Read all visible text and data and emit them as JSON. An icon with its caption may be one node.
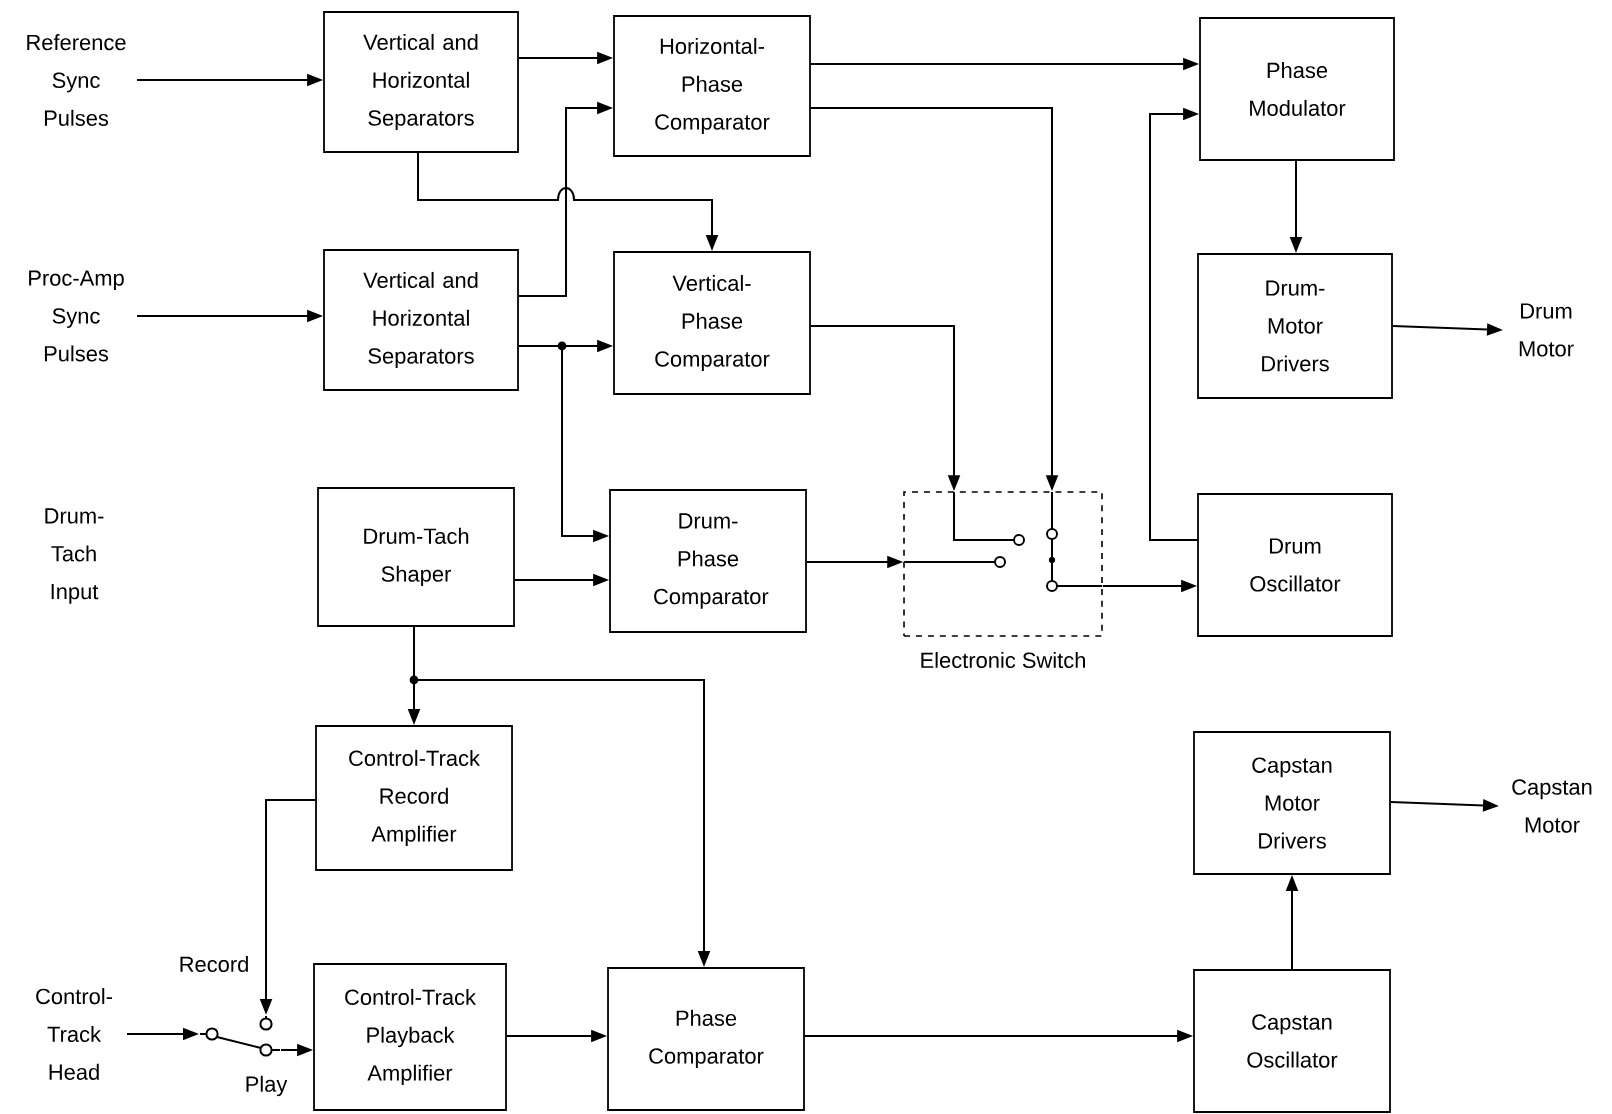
{
  "diagram": {
    "nodes": [
      {
        "text": [
          "Reference Sync Pulses"
        ]
      },
      {
        "text": [
          "Vertical and Horizontal Separators"
        ]
      },
      {
        "text": [
          "Horizontal- Phase Comparator"
        ]
      },
      {
        "text": [
          "Phase Modulator"
        ]
      },
      {
        "text": [
          "Proc-Amp Sync Pulses"
        ]
      },
      {
        "text": [
          "Vertical and Horizontal Separators"
        ]
      },
      {
        "text": [
          "Vertical- Phase Comparator"
        ]
      },
      {
        "text": [
          "Drum- Motor Drivers"
        ]
      },
      {
        "text": [
          "Drum Motor"
        ]
      },
      {
        "text": [
          "Drum- Tach Input"
        ]
      },
      {
        "text": [
          "Drum-Tach Shaper"
        ]
      },
      {
        "text": [
          "Drum- Phase Comparator"
        ]
      },
      {
        "text": [
          "Electronic Switch"
        ]
      },
      {
        "text": [
          "Drum Oscillator"
        ]
      },
      {
        "text": [
          "Control-Track Record Amplifier"
        ]
      },
      {
        "text": [
          "Capstan Motor Drivers"
        ]
      },
      {
        "text": [
          "Capstan Motor"
        ]
      },
      {
        "text": [
          "Control- Track Head"
        ]
      },
      {
        "text": [],
        "shape": "switch"
      },
      {
        "text": [
          "Control-Track Playback Amplifier"
        ]
      },
      {
        "text": [
          "Phase Comparator"
        ]
      },
      {
        "text": [
          "Capstan Oscillator"
        ]
      }
    ],
    "edges": [
      {
        "from": 0,
        "to": 1,
        "arrow": "to"
      },
      {
        "from": 1,
        "to": 2,
        "arrow": "to"
      },
      {
        "from": 1,
        "to": 6,
        "arrow": "to"
      },
      {
        "from": 4,
        "to": 5,
        "arrow": "to"
      },
      {
        "from": 5,
        "to": 2,
        "arrow": "to"
      },
      {
        "from": 5,
        "to": 6,
        "arrow": "to"
      },
      {
        "from": 5,
        "to": 11,
        "arrow": "to"
      },
      {
        "from": 10,
        "to": 11,
        "arrow": "to"
      },
      {
        "from": 2,
        "to": 3,
        "arrow": "to"
      },
      {
        "from": 2,
        "to": 12,
        "arrow": "to"
      },
      {
        "from": 6,
        "to": 12,
        "arrow": "to"
      },
      {
        "from": 11,
        "to": 12,
        "arrow": "to"
      },
      {
        "from": 12,
        "to": 13,
        "arrow": "to"
      },
      {
        "from": 13,
        "to": 3,
        "arrow": "to"
      },
      {
        "from": 3,
        "to": 7,
        "arrow": "to"
      },
      {
        "from": 7,
        "to": 8,
        "arrow": "to"
      },
      {
        "from": 10,
        "to": 14,
        "arrow": "to"
      },
      {
        "from": 10,
        "to": 20,
        "arrow": "to"
      },
      {
        "from": 14,
        "to": 18,
        "arrow": "to"
      },
      {
        "from": 17,
        "to": 18,
        "arrow": "to"
      },
      {
        "from": 18,
        "to": 19,
        "arrow": "to"
      },
      {
        "from": 19,
        "to": 20,
        "arrow": "to"
      },
      {
        "from": 20,
        "to": 21,
        "arrow": "to"
      },
      {
        "from": 21,
        "to": 15,
        "arrow": "to"
      },
      {
        "from": 15,
        "to": 16,
        "arrow": "to"
      }
    ],
    "labels": [
      "Record",
      "Play"
    ]
  }
}
